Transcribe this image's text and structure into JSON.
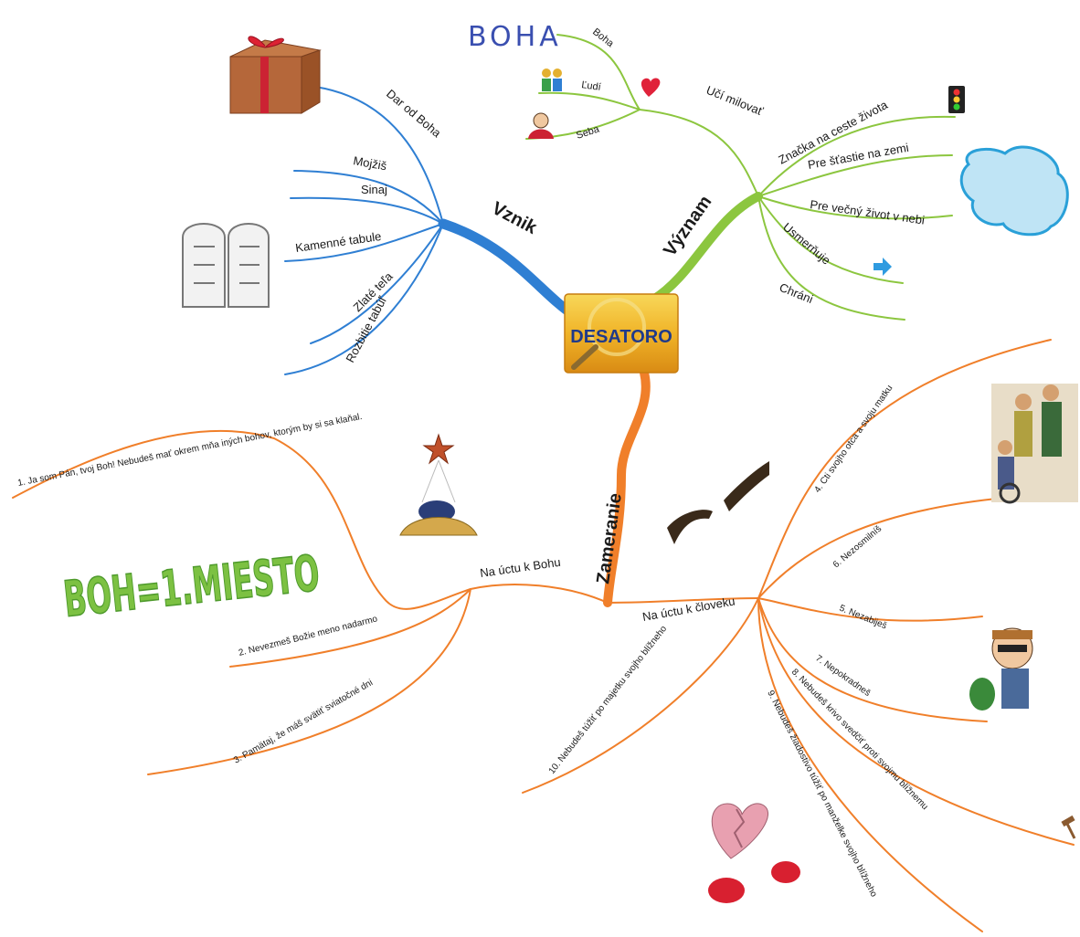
{
  "center": {
    "label": "DESATORO"
  },
  "branches": {
    "vznik": {
      "label": "Vznik",
      "color": "#2f7fd3",
      "items": [
        "Dar od Boha",
        "Mojžiš",
        "Sinaj",
        "Kamenné tabule",
        "Zlaté teľa",
        "Rozbitie tabúľ"
      ]
    },
    "vyznam": {
      "label": "Význam",
      "color": "#8cc63f",
      "uci": {
        "label": "Učí milovať",
        "items": [
          "Boha",
          "Ľudí",
          "Seba"
        ]
      },
      "items": [
        "Značka na ceste života",
        "Pre šťastie na zemi",
        "Pre večný život v nebi",
        "Usmerňuje",
        "Chráni"
      ]
    },
    "zameranie": {
      "label": "Zameranie",
      "color": "#f07f2a",
      "boh": {
        "label": "Na úctu k Bohu",
        "items": [
          "1. Ja som Pán, tvoj Boh! Nebudeš mať okrem mňa iných bohov, ktorým by si sa klaňal.",
          "2. Nevezmeš Božie meno nadarmo",
          "3. Pamätaj, že máš svätiť sviatočné dni"
        ]
      },
      "clovek": {
        "label": "Na úctu k človeku",
        "items": [
          "4. Cti svojho otca a svoju matku",
          "6. Nezosmilníš",
          "5. Nezabiješ",
          "7. Nepokradneš",
          "8. Nebudeš krivo svedčiť proti svojmu blížnemu",
          "9. Nebudeš žiadostivo túžiť po manželke svojho blížneho",
          "10. Nebudeš túžiť po majetku svojho blížneho"
        ]
      }
    }
  },
  "annotations": {
    "boha_handwritten": "BOHA",
    "boh_miesto": "BOH=1.MIESTO"
  },
  "icons": [
    "gift-icon",
    "stone-tablets-icon",
    "traffic-light-icon",
    "heart-icon",
    "family-icon",
    "person-icon",
    "cloud-icon",
    "arrow-icon",
    "star-manger-icon",
    "creation-hands-icon",
    "elderly-family-icon",
    "thief-icon",
    "broken-heart-icon",
    "gavel-icon"
  ]
}
